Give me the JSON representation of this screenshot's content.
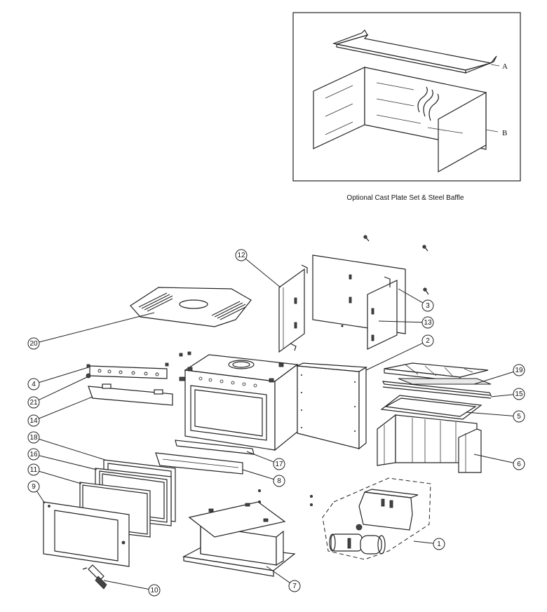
{
  "caption": "Optional Cast Plate Set & Steel Baffle",
  "inset_labels": {
    "a": "A",
    "b": "B"
  },
  "callouts": [
    {
      "n": "1"
    },
    {
      "n": "2"
    },
    {
      "n": "3"
    },
    {
      "n": "4"
    },
    {
      "n": "5"
    },
    {
      "n": "6"
    },
    {
      "n": "7"
    },
    {
      "n": "8"
    },
    {
      "n": "9"
    },
    {
      "n": "10"
    },
    {
      "n": "11"
    },
    {
      "n": "12"
    },
    {
      "n": "13"
    },
    {
      "n": "14"
    },
    {
      "n": "15"
    },
    {
      "n": "16"
    },
    {
      "n": "17"
    },
    {
      "n": "18"
    },
    {
      "n": "19"
    },
    {
      "n": "20"
    },
    {
      "n": "21"
    }
  ]
}
